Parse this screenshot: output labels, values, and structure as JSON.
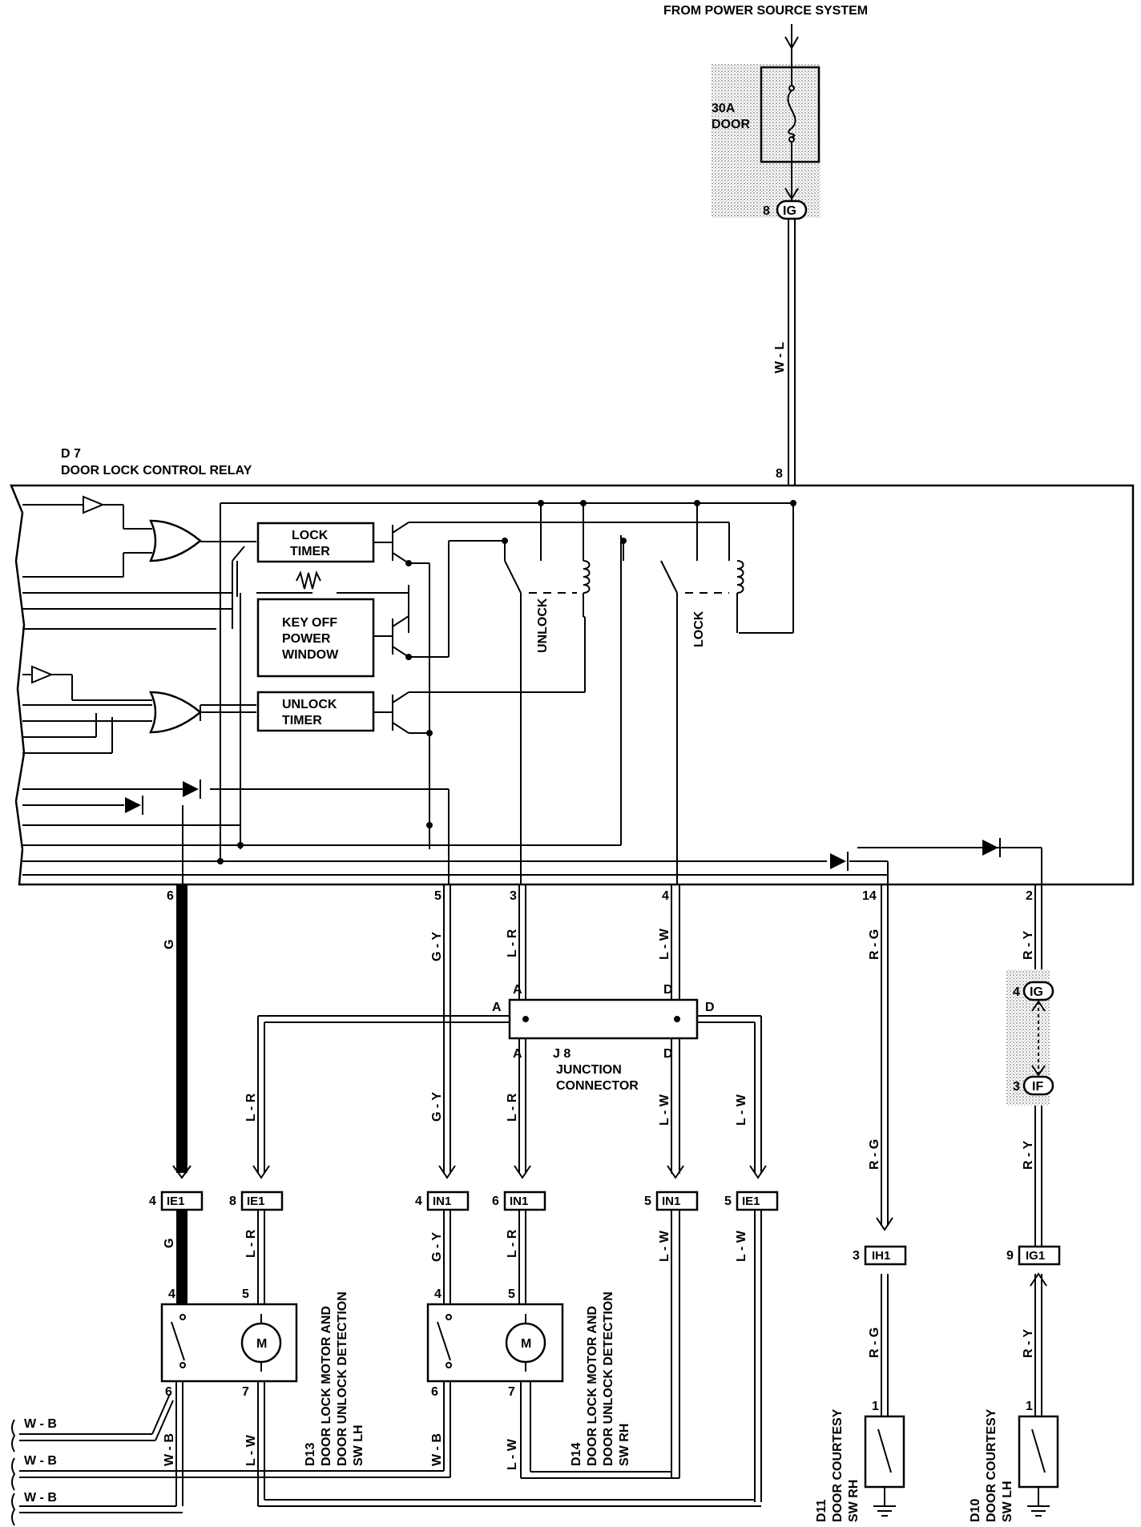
{
  "header": {
    "power_source": "FROM  POWER SOURCE SYSTEM"
  },
  "fuse": {
    "rating": "30A",
    "name": "DOOR",
    "connector": "IG",
    "pin": "8"
  },
  "relay": {
    "id": "D 7",
    "name": "DOOR LOCK CONTROL RELAY",
    "top_pin": "8",
    "lock_timer": [
      "LOCK",
      "TIMER"
    ],
    "key_off": [
      "KEY  OFF",
      "POWER",
      "WINDOW"
    ],
    "unlock_timer": [
      "UNLOCK",
      "TIMER"
    ],
    "unlock_relay": "UNLOCK",
    "lock_relay": "LOCK",
    "pins": [
      "6",
      "5",
      "3",
      "4",
      "14",
      "2"
    ]
  },
  "wires": {
    "top": "W - L",
    "pin6": "G",
    "pin5": "G - Y",
    "pin3": "L - R",
    "pin4": "L - W",
    "pin14": "R - G",
    "pin2": "R - Y",
    "ground": "W - B"
  },
  "junction": {
    "id": "J 8",
    "name": [
      "JUNCTION",
      "CONNECTOR"
    ],
    "terminals": [
      "A",
      "A",
      "A",
      "D",
      "D",
      "D"
    ]
  },
  "connectors": {
    "ie1": "IE1",
    "in1": "IN1",
    "ih1": "IH1",
    "ig1": "IG1",
    "ig": "IG",
    "if": "IF",
    "pins": [
      "4",
      "8",
      "4",
      "6",
      "5",
      "5",
      "3",
      "9",
      "4",
      "3"
    ]
  },
  "d13": {
    "id": "D13",
    "line1": "DOOR  LOCK  MOTOR  AND",
    "line2": "DOOR  UNLOCK  DETECTION",
    "line3": "SW  LH",
    "pins": [
      "4",
      "5",
      "6",
      "7"
    ],
    "motor": "M"
  },
  "d14": {
    "id": "D14",
    "line1": "DOOR  LOCK  MOTOR  AND",
    "line2": "DOOR  UNLOCK  DETECTION",
    "line3": "SW  RH",
    "pins": [
      "4",
      "5",
      "6",
      "7"
    ],
    "motor": "M"
  },
  "d11": {
    "id": "D11",
    "line1": "DOOR  COURTESY",
    "line2": "SW  RH",
    "pin": "1"
  },
  "d10": {
    "id": "D10",
    "line1": "DOOR  COURTESY",
    "line2": "SW  LH",
    "pin": "1"
  }
}
